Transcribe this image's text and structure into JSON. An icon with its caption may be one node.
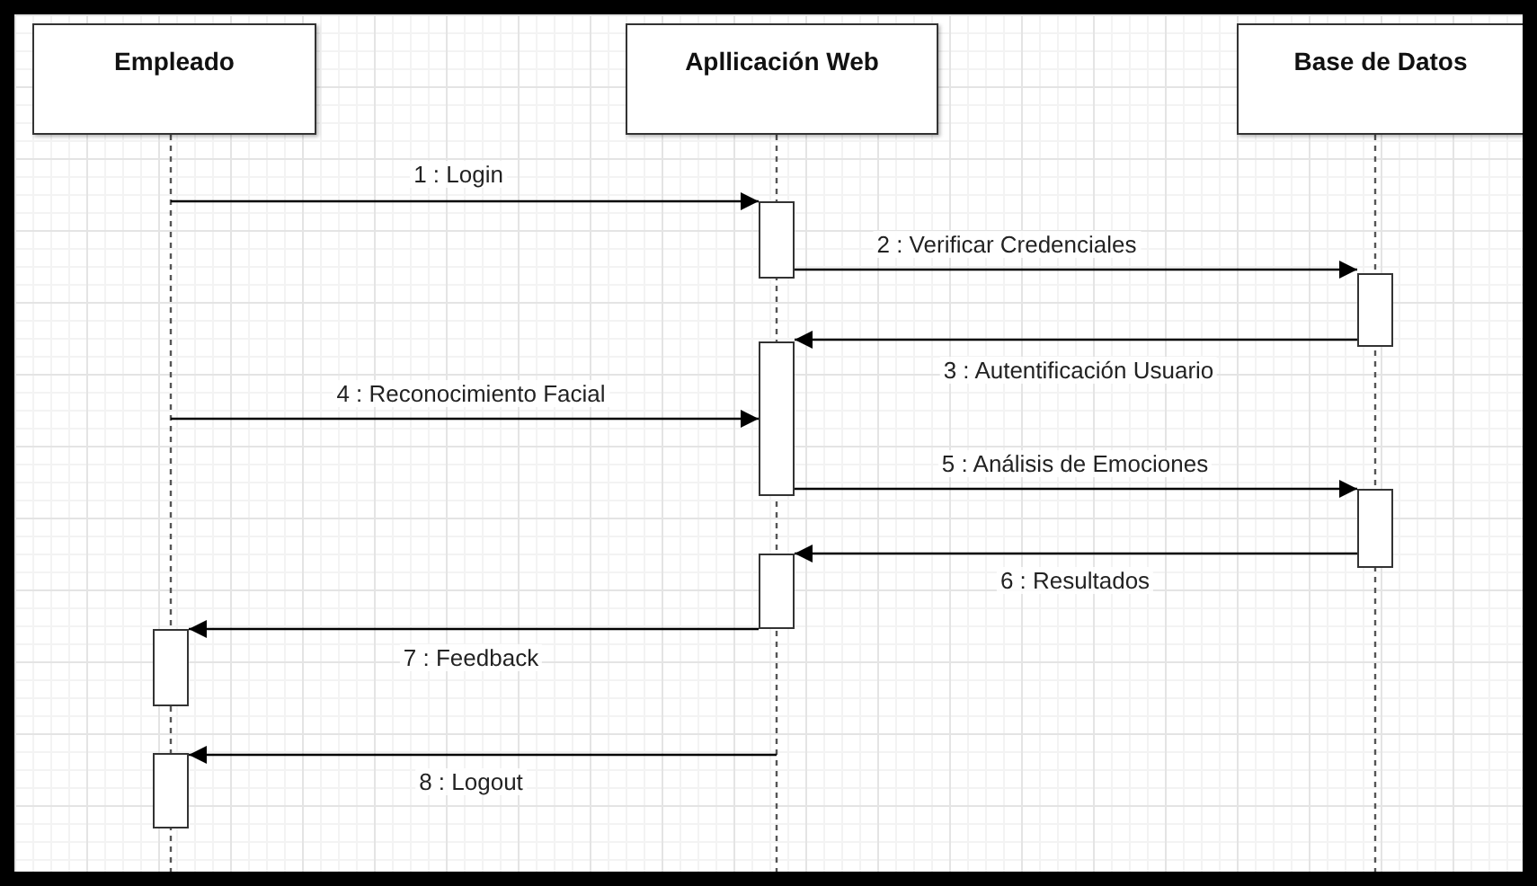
{
  "diagram": {
    "nodes": [
      {
        "text": [
          "Empleado"
        ]
      },
      {
        "text": [
          "Apllicación Web"
        ]
      },
      {
        "text": [
          "Base de Datos"
        ]
      },
      {
        "text": [],
        "shape": "bar"
      },
      {
        "text": [],
        "shape": "bar"
      },
      {
        "text": [],
        "shape": "bar"
      },
      {
        "text": [],
        "shape": "bar"
      },
      {
        "text": [],
        "shape": "bar"
      },
      {
        "text": [],
        "shape": "bar"
      },
      {
        "text": [],
        "shape": "bar"
      }
    ],
    "edges": [
      {
        "from": null,
        "to": 3,
        "arrow": "to",
        "label": "1 : Login"
      },
      {
        "from": 3,
        "to": 4,
        "arrow": "to",
        "label": "2 : Verificar Credenciales"
      },
      {
        "from": 4,
        "to": 5,
        "arrow": "to",
        "label": "3 : Autentificación Usuario"
      },
      {
        "from": null,
        "to": 5,
        "arrow": "to",
        "label": "4 : Reconocimiento Facial"
      },
      {
        "from": 5,
        "to": 6,
        "arrow": "to",
        "label": "5 : Análisis de Emociones"
      },
      {
        "from": 6,
        "to": 7,
        "arrow": "to",
        "label": "6 : Resultados"
      },
      {
        "from": 7,
        "to": 8,
        "arrow": "to",
        "label": "7 : Feedback"
      },
      {
        "from": null,
        "to": 9,
        "arrow": "to",
        "label": "8 : Logout"
      }
    ]
  }
}
